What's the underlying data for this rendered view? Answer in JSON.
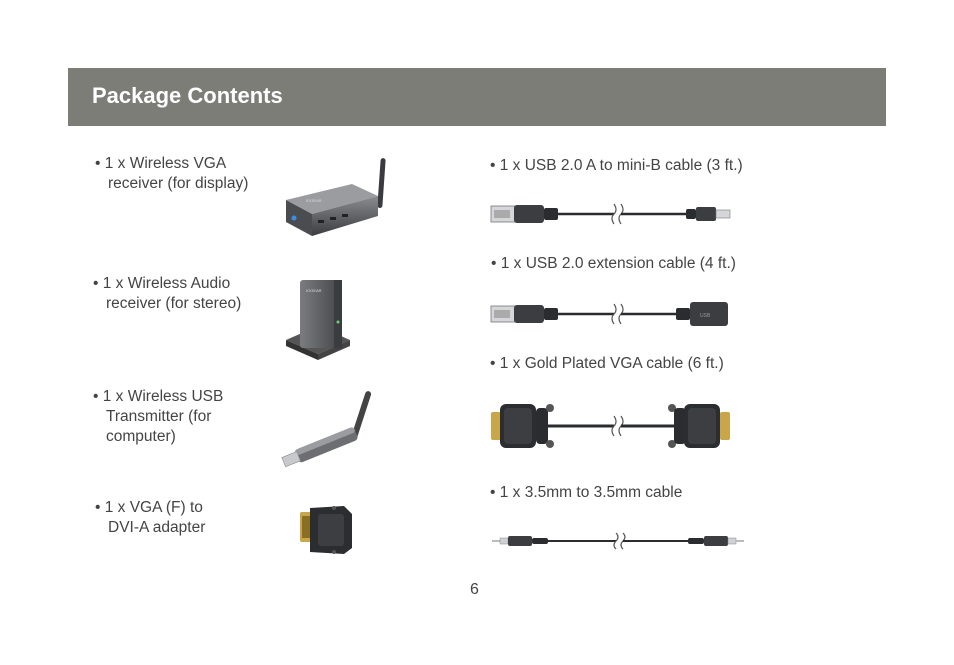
{
  "header": {
    "title": "Package Contents"
  },
  "left_items": [
    {
      "lines": [
        "• 1 x Wireless VGA",
        "receiver (for display)"
      ]
    },
    {
      "lines": [
        "• 1 x Wireless Audio",
        "receiver (for stereo)"
      ]
    },
    {
      "lines": [
        "• 1 x Wireless USB",
        "Transmitter (for",
        "computer)"
      ]
    },
    {
      "lines": [
        "• 1 x VGA (F) to",
        "DVI-A adapter"
      ]
    }
  ],
  "right_items": [
    {
      "text": "• 1 x USB 2.0 A to mini-B cable (3 ft.)"
    },
    {
      "text": "• 1 x USB 2.0 extension cable (4 ft.)"
    },
    {
      "text": "• 1 x Gold Plated VGA cable (6 ft.)"
    },
    {
      "text": "• 1 x 3.5mm to 3.5mm cable"
    }
  ],
  "images": [
    "wireless-vga-receiver-image",
    "wireless-audio-receiver-image",
    "wireless-usb-transmitter-image",
    "vga-dvi-adapter-image",
    "usb-mini-b-cable-image",
    "usb-extension-cable-image",
    "vga-cable-image",
    "audio-cable-image"
  ],
  "colors": {
    "header_bg": "#7d7d78",
    "header_text": "#ffffff",
    "body_text": "#444444"
  },
  "footer": {
    "page_number": "6"
  }
}
